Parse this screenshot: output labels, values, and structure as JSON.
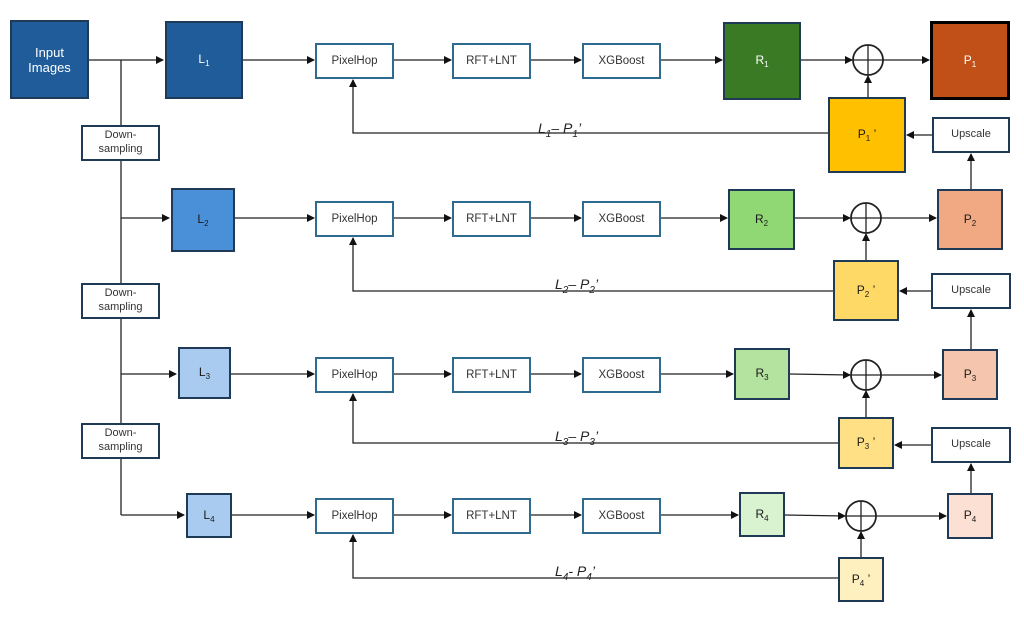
{
  "input": {
    "label_line1": "Input",
    "label_line2": "Images",
    "color": "#1f5c99"
  },
  "downsampling": [
    {
      "line1": "Down-",
      "line2": "sampling"
    },
    {
      "line1": "Down-",
      "line2": "sampling"
    },
    {
      "line1": "Down-",
      "line2": "sampling"
    }
  ],
  "levels": [
    {
      "L": "L",
      "L_sub": "1",
      "L_color": "#1f5c99",
      "L_text_color": "#ffffff",
      "pixelhop": "PixelHop",
      "rft": "RFT+LNT",
      "xgb": "XGBoost",
      "R": "R",
      "R_sub": "1",
      "R_color": "#3a7a25",
      "R_text_color": "#ffffff",
      "P": "P",
      "P_sub": "1",
      "P_color": "#c05017",
      "P_text_color": "#ffffff",
      "Pp": "P",
      "Pp_sub": "1",
      "Pp_suffix": " ’",
      "Pp_color": "#ffc000",
      "res_L": "L",
      "res_Lsub": "1",
      "res_mid": "– ",
      "res_P": "P",
      "res_Psub": "1",
      "res_suffix": "’",
      "upscale": "Upscale"
    },
    {
      "L": "L",
      "L_sub": "2",
      "L_color": "#4a90d9",
      "L_text_color": "#1a1a1a",
      "pixelhop": "PixelHop",
      "rft": "RFT+LNT",
      "xgb": "XGBoost",
      "R": "R",
      "R_sub": "2",
      "R_color": "#8fd873",
      "R_text_color": "#1a1a1a",
      "P": "P",
      "P_sub": "2",
      "P_color": "#f0a983",
      "P_text_color": "#1a1a1a",
      "Pp": "P",
      "Pp_sub": "2",
      "Pp_suffix": " ’",
      "Pp_color": "#ffd966",
      "res_L": "L",
      "res_Lsub": "2",
      "res_mid": "– ",
      "res_P": "P",
      "res_Psub": "2",
      "res_suffix": "’",
      "upscale": "Upscale"
    },
    {
      "L": "L",
      "L_sub": "3",
      "L_color": "#a9cbef",
      "L_text_color": "#1a1a1a",
      "pixelhop": "PixelHop",
      "rft": "RFT+LNT",
      "xgb": "XGBoost",
      "R": "R",
      "R_sub": "3",
      "R_color": "#b4e3a0",
      "R_text_color": "#1a1a1a",
      "P": "P",
      "P_sub": "3",
      "P_color": "#f5c6ad",
      "P_text_color": "#1a1a1a",
      "Pp": "P",
      "Pp_sub": "3",
      "Pp_suffix": " ’",
      "Pp_color": "#ffe084",
      "res_L": "L",
      "res_Lsub": "3",
      "res_mid": "– ",
      "res_P": "P",
      "res_Psub": "3",
      "res_suffix": "’",
      "upscale": "Upscale"
    },
    {
      "L": "L",
      "L_sub": "4",
      "L_color": "#a9cbef",
      "L_text_color": "#1a1a1a",
      "pixelhop": "PixelHop",
      "rft": "RFT+LNT",
      "xgb": "XGBoost",
      "R": "R",
      "R_sub": "4",
      "R_color": "#d9f2d0",
      "R_text_color": "#1a1a1a",
      "P": "P",
      "P_sub": "4",
      "P_color": "#fbe0d3",
      "P_text_color": "#1a1a1a",
      "Pp": "P",
      "Pp_sub": "4",
      "Pp_suffix": " ’",
      "Pp_color": "#fff0c0",
      "res_L": "L",
      "res_Lsub": "4",
      "res_mid": "- ",
      "res_P": "P",
      "res_Psub": "4",
      "res_suffix": "’"
    }
  ]
}
